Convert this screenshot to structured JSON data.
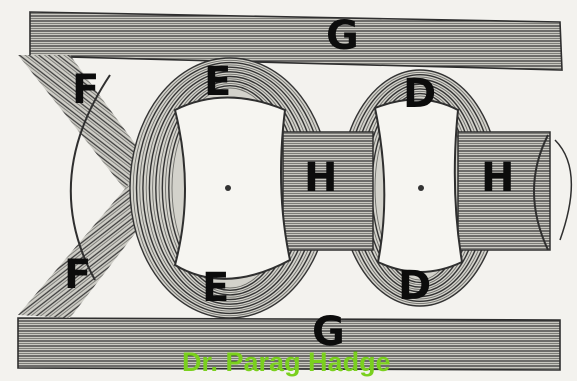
{
  "labels": {
    "g_top": "G",
    "f_top": "F",
    "e_top": "E",
    "d_top": "D",
    "h_left": "H",
    "h_right": "H",
    "f_bottom": "F",
    "e_bottom": "E",
    "d_bottom": "D",
    "g_bottom": "G"
  },
  "credit": "Dr. Parag Hadge",
  "colors": {
    "background": "#f3f2ee",
    "fiber": "#3a3a3a",
    "band_fill": "#bdbdb6",
    "label": "#0c0c0c",
    "credit": "#7ad01e"
  }
}
